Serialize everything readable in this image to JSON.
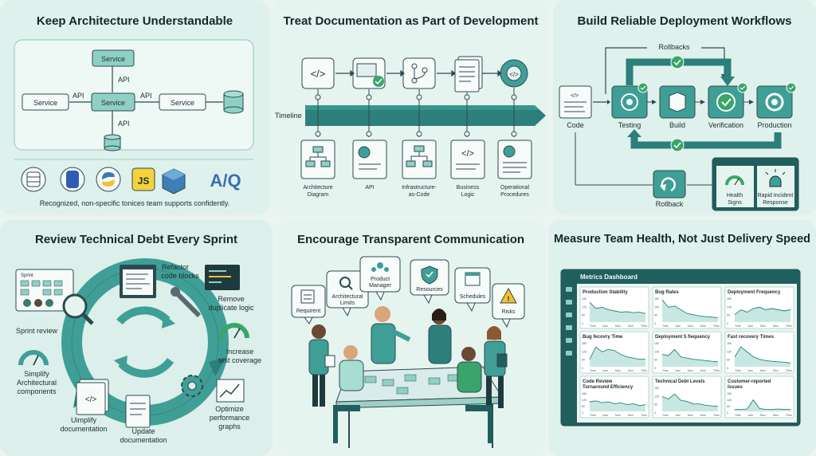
{
  "colors": {
    "teal": "#3f9f96",
    "teal_dark": "#1f5f5d",
    "teal_light": "#cde9e3",
    "panel_bg": "#dcefeb",
    "green": "#39a56a"
  },
  "panels": {
    "architecture": {
      "title": "Keep Architecture Understandable",
      "service_top": "Service",
      "service_left": "Service",
      "service_center": "Service",
      "service_right": "Service",
      "api_top": "API",
      "api_left": "API",
      "api_right": "API",
      "api_bottom": "API",
      "tech_logo_text": "A/Q",
      "js_text": "JS",
      "caption": "Recognized, non-specific tonices team supports confidently."
    },
    "documentation": {
      "title": "Treat Documentation as Part of Development",
      "timeline_label": "Timeline",
      "docs": [
        "Architecture Diagram",
        "API",
        "Infrastructure-as-Code",
        "Business Logic",
        "Operational Procedures"
      ]
    },
    "deployment": {
      "title": "Build Reliable Deployment Workflows",
      "rollbacks_label": "Rollbacks",
      "stages": [
        "Code",
        "Testing",
        "Build",
        "Verification",
        "Production"
      ],
      "rollback_label": "Rollback",
      "health_label": "Health Signs",
      "incident_label": "Rapid Incident Response"
    },
    "tech_debt": {
      "title": "Review Technical Debt Every Sprint",
      "sprint_board": "Sprint",
      "items": [
        "Refactor code blocks",
        "Remove duplicate logic",
        "Increase test coverage",
        "Optimize performance graphs",
        "Update documentation",
        "Uimplify documentation",
        "Simplify Architectural components",
        "Sprint review"
      ]
    },
    "communication": {
      "title": "Encourage Transparent Communication",
      "bubbles": [
        "Requirent",
        "Architectural Limits",
        "Product Manager",
        "Resources",
        "Schedules",
        "Risks"
      ]
    },
    "team_health": {
      "title": "Measure Team Health, Not Just Delivery Speed",
      "dashboard_title": "Metrics Dashboard",
      "x_ticks": [
        "Time",
        "1am",
        "Mon",
        "Mon",
        "Time"
      ],
      "y_ticks": [
        "180",
        "125",
        "60",
        "0"
      ],
      "metrics": [
        "Production Stability",
        "Bug Rates",
        "Deployment Frequency",
        "Bug fecovry Time",
        "Deployment 5 fiequency",
        "Fast recovery Times",
        "Code Review Turnaround Efficiency",
        "Technical Debt Levels",
        "Customer-reported Issues"
      ]
    }
  }
}
